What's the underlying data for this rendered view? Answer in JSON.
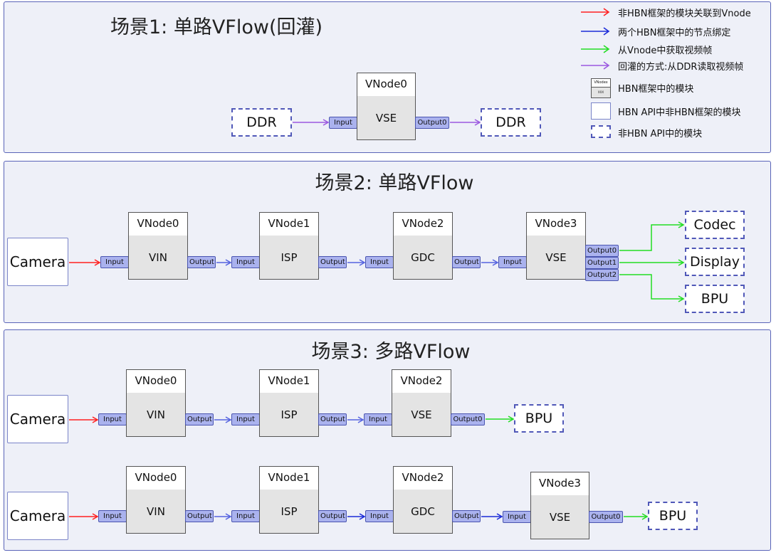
{
  "scene1": {
    "title": "场景1: 单路VFlow(回灌)",
    "vnode": {
      "name": "VNode0",
      "body": "VSE",
      "input": "Input",
      "output": "Output0"
    },
    "src": "DDR",
    "dst": "DDR"
  },
  "legend": {
    "items": [
      {
        "color": "#ff2020",
        "label": "非HBN框架的模块关联到Vnode"
      },
      {
        "color": "#1a2ad8",
        "label": "两个HBN框架中的节点绑定"
      },
      {
        "color": "#22dd22",
        "label": "从Vnode中获取视频帧"
      },
      {
        "color": "#9b59e0",
        "label": "回灌的方式:从DDR读取视频帧"
      }
    ],
    "symbols": [
      {
        "label": "HBN框架中的模块",
        "mini_top": "VNodex",
        "mini_bottom": "XXX"
      },
      {
        "label": "HBN API中非HBN框架的模块"
      },
      {
        "label": "非HBN API中的模块"
      }
    ]
  },
  "scene2": {
    "title": "场景2: 单路VFlow",
    "camera": "Camera",
    "nodes": [
      {
        "name": "VNode0",
        "body": "VIN",
        "input": "Input",
        "output": "Output"
      },
      {
        "name": "VNode1",
        "body": "ISP",
        "input": "Input",
        "output": "Output"
      },
      {
        "name": "VNode2",
        "body": "GDC",
        "input": "Input",
        "output": "Output"
      },
      {
        "name": "VNode3",
        "body": "VSE",
        "input": "Input",
        "outputs": [
          "Output0",
          "Output1",
          "Output2"
        ]
      }
    ],
    "targets": [
      "Codec",
      "Display",
      "BPU"
    ]
  },
  "scene3": {
    "title": "场景3: 多路VFlow",
    "rows": [
      {
        "camera": "Camera",
        "nodes": [
          {
            "name": "VNode0",
            "body": "VIN",
            "input": "Input",
            "output": "Output"
          },
          {
            "name": "VNode1",
            "body": "ISP",
            "input": "Input",
            "output": "Output"
          },
          {
            "name": "VNode2",
            "body": "VSE",
            "input": "Input",
            "output": "Output0"
          }
        ],
        "target": "BPU"
      },
      {
        "camera": "Camera",
        "nodes": [
          {
            "name": "VNode0",
            "body": "VIN",
            "input": "Input",
            "output": "Output"
          },
          {
            "name": "VNode1",
            "body": "ISP",
            "input": "Input",
            "output": "Output"
          },
          {
            "name": "VNode2",
            "body": "GDC",
            "input": "Input",
            "output": "Output"
          },
          {
            "name": "VNode3",
            "body": "VSE",
            "input": "Input",
            "output": "Output0"
          }
        ],
        "target": "BPU"
      }
    ]
  }
}
